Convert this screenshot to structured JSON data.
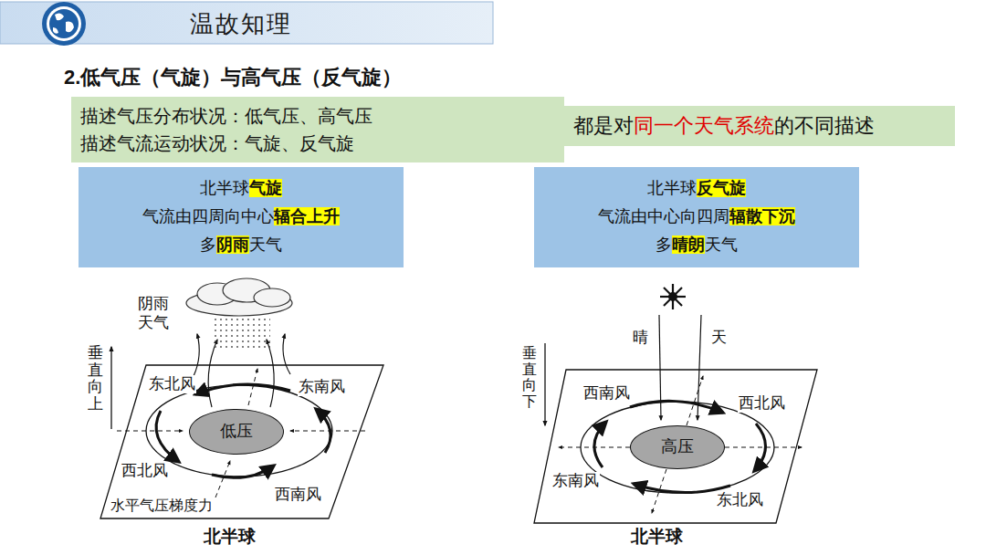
{
  "diagram": {
    "title": "2.低气压（气旋）与高气压（反气旋）",
    "nodes": [
      {
        "text": [
          "温故知理"
        ]
      },
      {
        "text": [
          "描述气压分布状况：低气压、高气压",
          "描述气流运动状况：气旋、反气旋"
        ]
      },
      {
        "text": [
          "都是对",
          "同一个天气系统",
          "的不同描述"
        ]
      },
      {
        "text": [
          "北半球",
          "气旋",
          "气流由四周向中心",
          "辐合上升",
          "多",
          "阴雨",
          "天气"
        ]
      },
      {
        "text": [
          "北半球",
          "反气旋",
          "气流由中心向四周",
          "辐散下沉",
          "多",
          "晴朗",
          "天气"
        ]
      },
      {
        "text": [
          "低压"
        ]
      },
      {
        "text": [
          "高压"
        ]
      }
    ],
    "labels": [
      "阴雨天气",
      "垂直向上",
      "东北风",
      "东南风",
      "西北风",
      "西南风",
      "水平气压梯度力",
      "北半球",
      "晴",
      "天",
      "垂直向下",
      "西南风",
      "西北风",
      "东南风",
      "东北风",
      "北半球"
    ]
  }
}
